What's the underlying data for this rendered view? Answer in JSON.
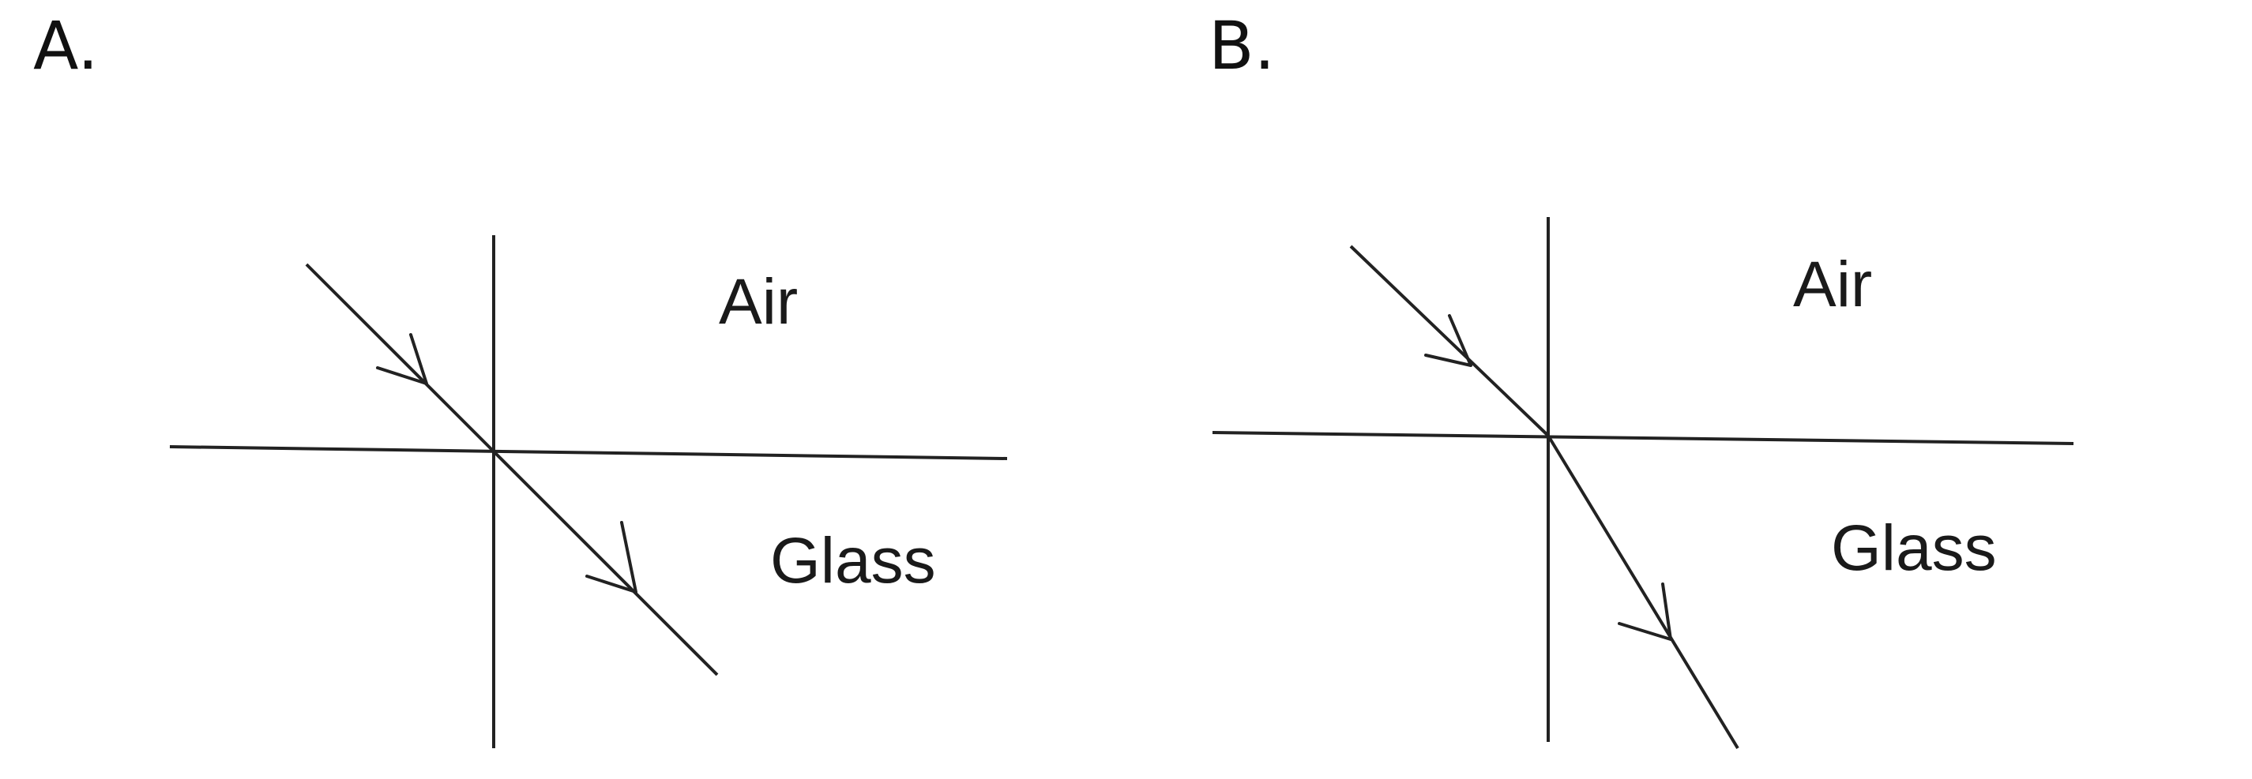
{
  "panels": [
    {
      "label": "A.",
      "upper_medium": "Air",
      "lower_medium": "Glass"
    },
    {
      "label": "B.",
      "upper_medium": "Air",
      "lower_medium": "Glass"
    }
  ]
}
